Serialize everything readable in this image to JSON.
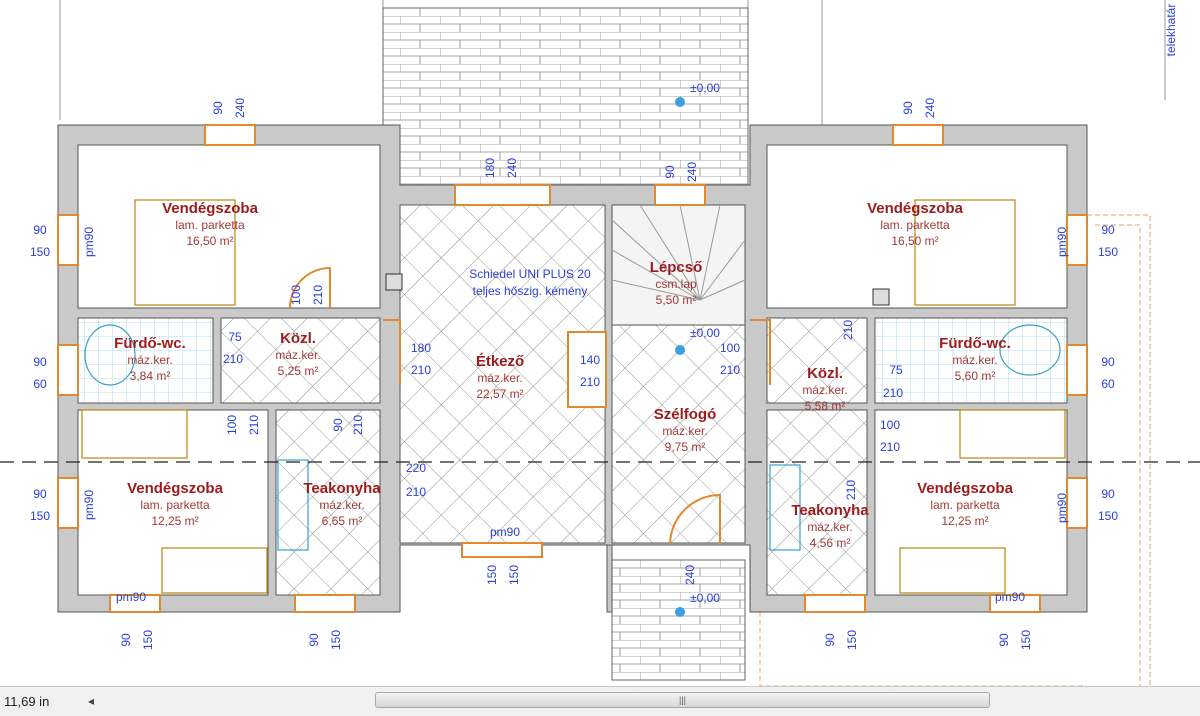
{
  "rooms": [
    {
      "id": "guest-room-top-left",
      "name": "Vendégszoba",
      "floor": "lam. parketta",
      "area": "16,50 m²"
    },
    {
      "id": "bath-left",
      "name": "Fürdő-wc.",
      "floor": "máz.ker.",
      "area": "3,84 m²"
    },
    {
      "id": "hall-left",
      "name": "Közl.",
      "floor": "máz.ker.",
      "area": "5,25 m²"
    },
    {
      "id": "dining",
      "name": "Étkező",
      "floor": "máz.ker.",
      "area": "22,57 m²"
    },
    {
      "id": "stairs",
      "name": "Lépcső",
      "floor": "csm.lap",
      "area": "5,50 m²"
    },
    {
      "id": "vestibule",
      "name": "Szélfogó",
      "floor": "máz.ker.",
      "area": "9,75 m²"
    },
    {
      "id": "guest-room-top-right",
      "name": "Vendégszoba",
      "floor": "lam. parketta",
      "area": "16,50 m²"
    },
    {
      "id": "bath-right",
      "name": "Fürdő-wc.",
      "floor": "máz.ker.",
      "area": "5,60 m²"
    },
    {
      "id": "hall-right",
      "name": "Közl.",
      "floor": "máz.ker.",
      "area": "5,58 m²"
    },
    {
      "id": "guest-room-bottom-left",
      "name": "Vendégszoba",
      "floor": "lam. parketta",
      "area": "12,25 m²"
    },
    {
      "id": "kitchenette-left",
      "name": "Teakonyha",
      "floor": "máz.ker.",
      "area": "6,65 m²"
    },
    {
      "id": "kitchenette-right",
      "name": "Teakonyha",
      "floor": "máz.ker.",
      "area": "4,56 m²"
    },
    {
      "id": "guest-room-bottom-right",
      "name": "Vendégszoba",
      "floor": "lam. parketta",
      "area": "12,25 m²"
    }
  ],
  "chimney": {
    "line1": "Schiedel UNI PLUS 20",
    "line2": "teljes hőszig. kémény"
  },
  "levels": [
    "±0,00",
    "±0,00",
    "±0,00"
  ],
  "property_line": "telekhatár",
  "dimensions": [
    "90",
    "240",
    "180",
    "240",
    "90",
    "240",
    "90",
    "240",
    "90",
    "150",
    "pm90",
    "90",
    "60",
    "90",
    "150",
    "pm90",
    "90",
    "150",
    "pm90",
    "90",
    "60",
    "90",
    "150",
    "pm90",
    "100",
    "210",
    "75",
    "210",
    "180",
    "210",
    "140",
    "210",
    "100",
    "210",
    "210",
    "75",
    "210",
    "100",
    "210",
    "100",
    "210",
    "90",
    "210",
    "220",
    "210",
    "210",
    "pm90",
    "150",
    "150",
    "240",
    "pm90",
    "90",
    "150",
    "90",
    "150",
    "90",
    "150",
    "pm90",
    "90",
    "150"
  ],
  "statusbar": {
    "scale": "11,69 in",
    "scroll_left": "◂",
    "thumb_grip": "|||"
  },
  "colors": {
    "wall": "#c9c9c9",
    "door": "#e08a2c",
    "dimension": "#2a3fd6",
    "room_label": "#9b1c1c"
  }
}
